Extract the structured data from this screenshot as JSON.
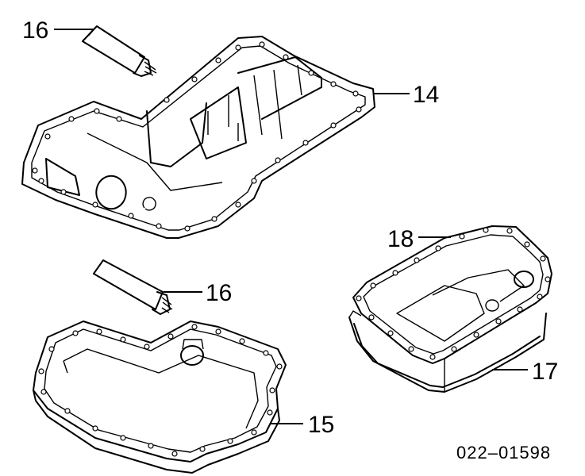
{
  "diagram": {
    "callouts": {
      "c16_top": "16",
      "c14": "14",
      "c16_mid": "16",
      "c18": "18",
      "c17": "17",
      "c15": "15"
    },
    "part_number": "022–01598"
  }
}
